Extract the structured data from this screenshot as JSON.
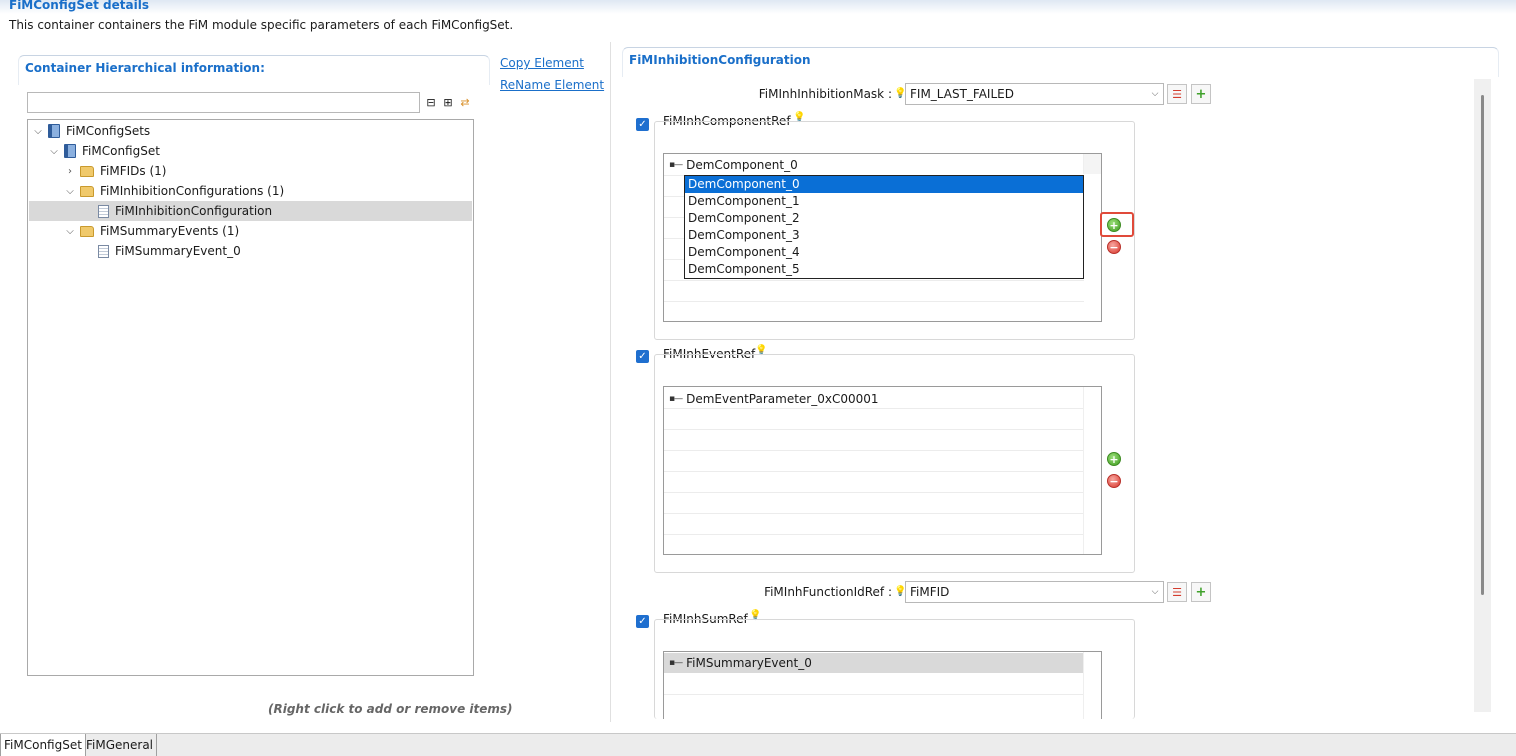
{
  "page": {
    "title": "FiMConfigSet details",
    "description": "This container containers the FiM module specific parameters of each FiMConfigSet."
  },
  "left": {
    "heading": "Container Hierarchical information:",
    "filter_value": "",
    "tools": [
      {
        "icon": "collapse-all-icon",
        "glyph": "⊟"
      },
      {
        "icon": "expand-all-icon",
        "glyph": "⊞"
      },
      {
        "icon": "link-sync-icon",
        "glyph": "⇄"
      }
    ],
    "tree": [
      {
        "label": "FiMConfigSets",
        "icon": "book-icon",
        "twisty": "expanded"
      },
      {
        "label": "FiMConfigSet",
        "icon": "book-icon",
        "twisty": "expanded"
      },
      {
        "label": "FiMFIDs (1)",
        "icon": "folder-icon",
        "twisty": "collapsed"
      },
      {
        "label": "FiMInhibitionConfigurations (1)",
        "icon": "folder-icon",
        "twisty": "expanded"
      },
      {
        "label": "FiMInhibitionConfiguration",
        "icon": "document-icon",
        "twisty": "none",
        "selected": true
      },
      {
        "label": "FiMSummaryEvents (1)",
        "icon": "folder-icon",
        "twisty": "expanded"
      },
      {
        "label": "FiMSummaryEvent_0",
        "icon": "document-icon",
        "twisty": "none"
      }
    ],
    "hint": "(Right click to add or remove items)"
  },
  "actions": {
    "copy": "Copy Element",
    "rename": "ReName Element"
  },
  "right": {
    "heading": "FiMInhibitionConfiguration",
    "inhibition_mask": {
      "label": "FiMInhInhibitionMask :",
      "value": "FIM_LAST_FAILED"
    },
    "component_ref": {
      "label": "FiMInhComponentRef",
      "checked": true,
      "row0": "DemComponent_0",
      "dropdown": [
        "DemComponent_0",
        "DemComponent_1",
        "DemComponent_2",
        "DemComponent_3",
        "DemComponent_4",
        "DemComponent_5"
      ],
      "dropdown_selected": "DemComponent_0"
    },
    "event_ref": {
      "label": "FiMInhEventRef",
      "checked": true,
      "row0": "DemEventParameter_0xC00001"
    },
    "function_id_ref": {
      "label": "FiMInhFunctionIdRef :",
      "value": "FiMFID"
    },
    "sum_ref": {
      "label": "FiMInhSumRef",
      "checked": true,
      "row0": "FiMSummaryEvent_0"
    }
  },
  "tabs": [
    "FiMConfigSet",
    "FiMGeneral"
  ],
  "glyphs": {
    "checkmark": "✓",
    "bulb": "💡",
    "arrow_down": "⌵",
    "list_icon": "☰",
    "plus": "+",
    "minus": "−",
    "twisty_expanded": "⌵",
    "twisty_collapsed": "›",
    "item_marker": "▪—"
  },
  "colors": {
    "accent": "#1a6fc9",
    "selection": "#0a6fd6",
    "highlight": "#e04a3a"
  }
}
